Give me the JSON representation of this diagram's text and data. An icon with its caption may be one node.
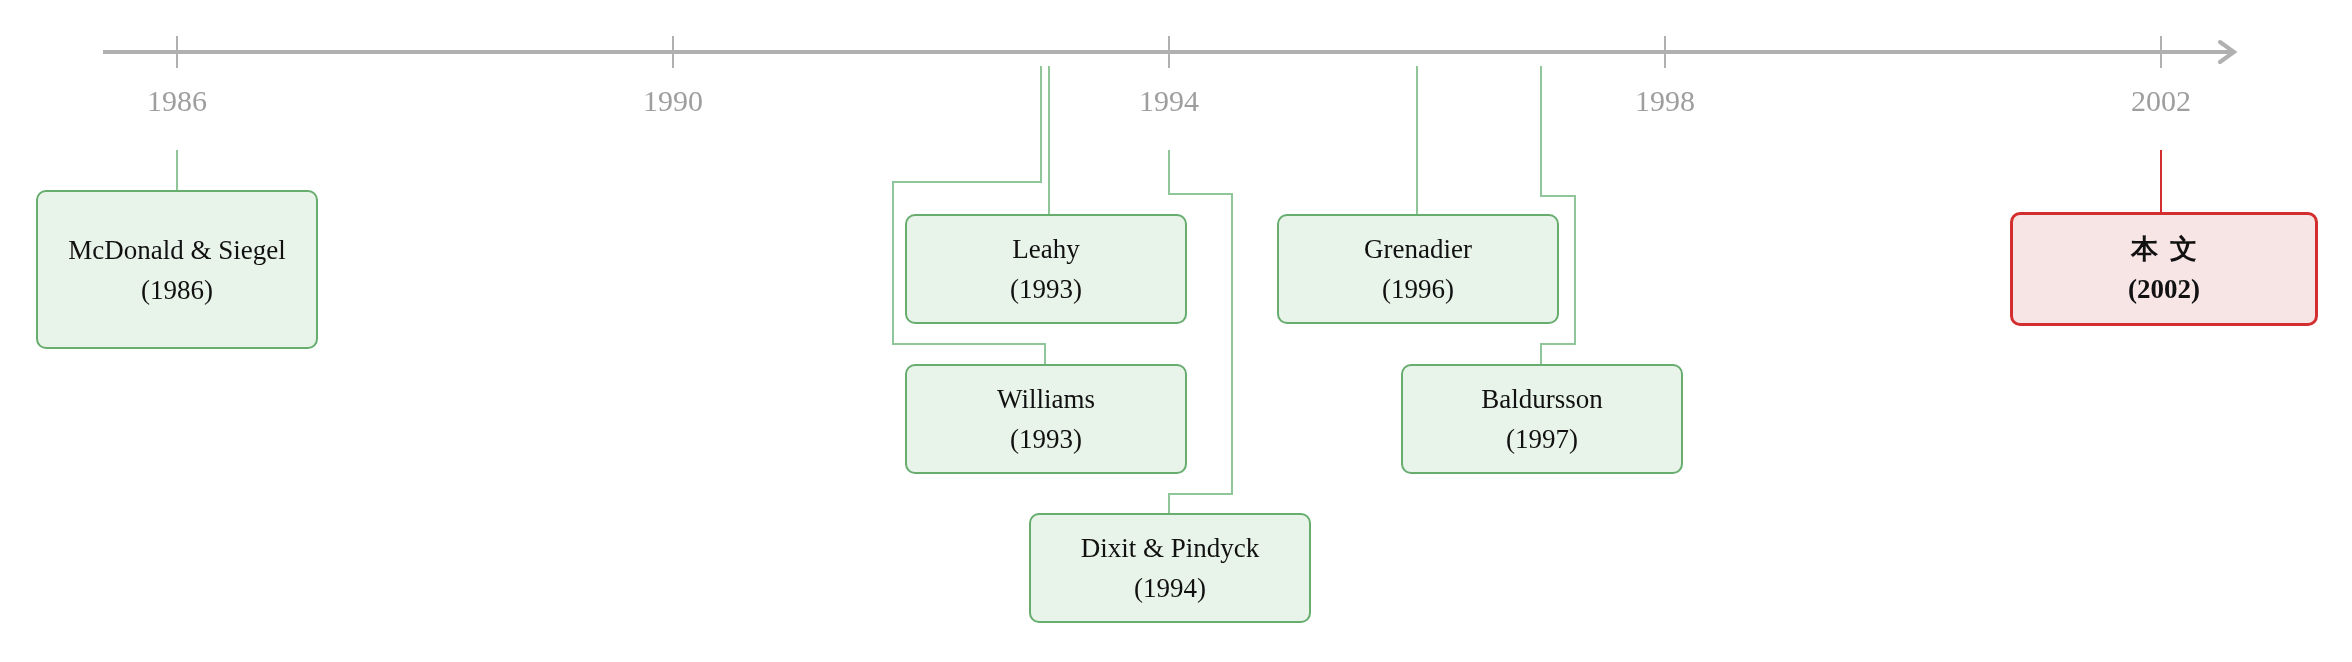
{
  "diagram": {
    "nodes": [
      {
        "text": [
          "McDonald & Siegel",
          "(1986)"
        ]
      },
      {
        "text": [
          "Leahy",
          "(1993)"
        ]
      },
      {
        "text": [
          "Williams",
          "(1993)"
        ]
      },
      {
        "text": [
          "Dixit & Pindyck",
          "(1994)"
        ]
      },
      {
        "text": [
          "Grenadier",
          "(1996)"
        ]
      },
      {
        "text": [
          "Baldursson",
          "(1997)"
        ]
      },
      {
        "text": [
          "本文",
          "(2002)"
        ]
      }
    ],
    "edges": [
      {
        "from": null,
        "to": 0,
        "arrow": "none"
      },
      {
        "from": null,
        "to": 1,
        "arrow": "none"
      },
      {
        "from": null,
        "to": 2,
        "arrow": "none"
      },
      {
        "from": null,
        "to": 3,
        "arrow": "none"
      },
      {
        "from": null,
        "to": 4,
        "arrow": "none"
      },
      {
        "from": null,
        "to": 5,
        "arrow": "none"
      },
      {
        "from": null,
        "to": 6,
        "arrow": "none",
        "color": "#d32f2f"
      }
    ],
    "labels": [
      "1986",
      "1990",
      "1994",
      "1998",
      "2002"
    ]
  }
}
